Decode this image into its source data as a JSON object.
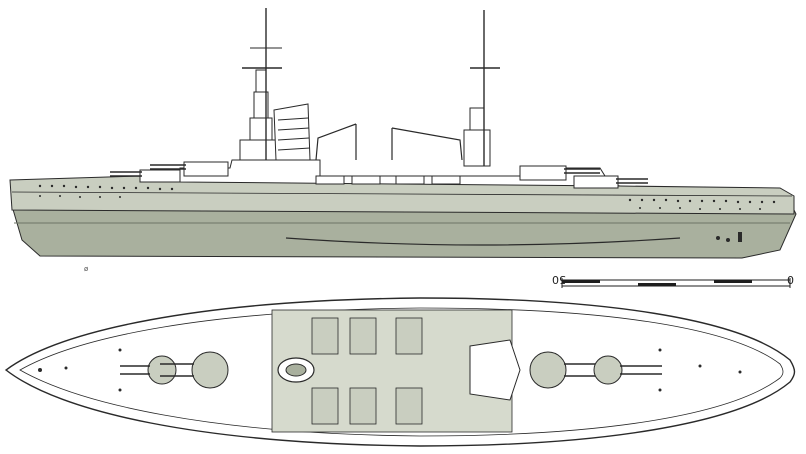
{
  "colors": {
    "hull": "#a9b09e",
    "hull_light": "#c9cec0",
    "deck": "#d6dacd",
    "line": "#2a2a2a",
    "detail": "#5a6a5a",
    "accent": "#3b6e8f",
    "paper": "#ffffff"
  },
  "scale": {
    "label_left": "50",
    "label_right": "0",
    "label_orientation": "mirrored"
  }
}
